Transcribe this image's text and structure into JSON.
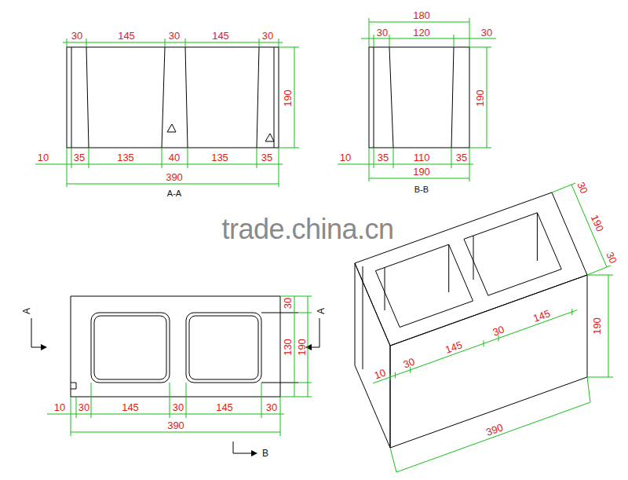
{
  "diagram": {
    "labels": [
      "30",
      "145",
      "30",
      "145",
      "30",
      "190",
      "10",
      "35",
      "135",
      "40",
      "135",
      "35",
      "390",
      "A-A",
      "180",
      "30",
      "120",
      "30",
      "190",
      "10",
      "35",
      "110",
      "35",
      "190",
      "B-B",
      "trade.china.cn",
      "A",
      "A",
      "30",
      "130",
      "190",
      "10",
      "30",
      "145",
      "30",
      "145",
      "30",
      "390",
      "B",
      "30",
      "190",
      "30",
      "190",
      "10",
      "30",
      "145",
      "30",
      "145",
      "390"
    ]
  }
}
